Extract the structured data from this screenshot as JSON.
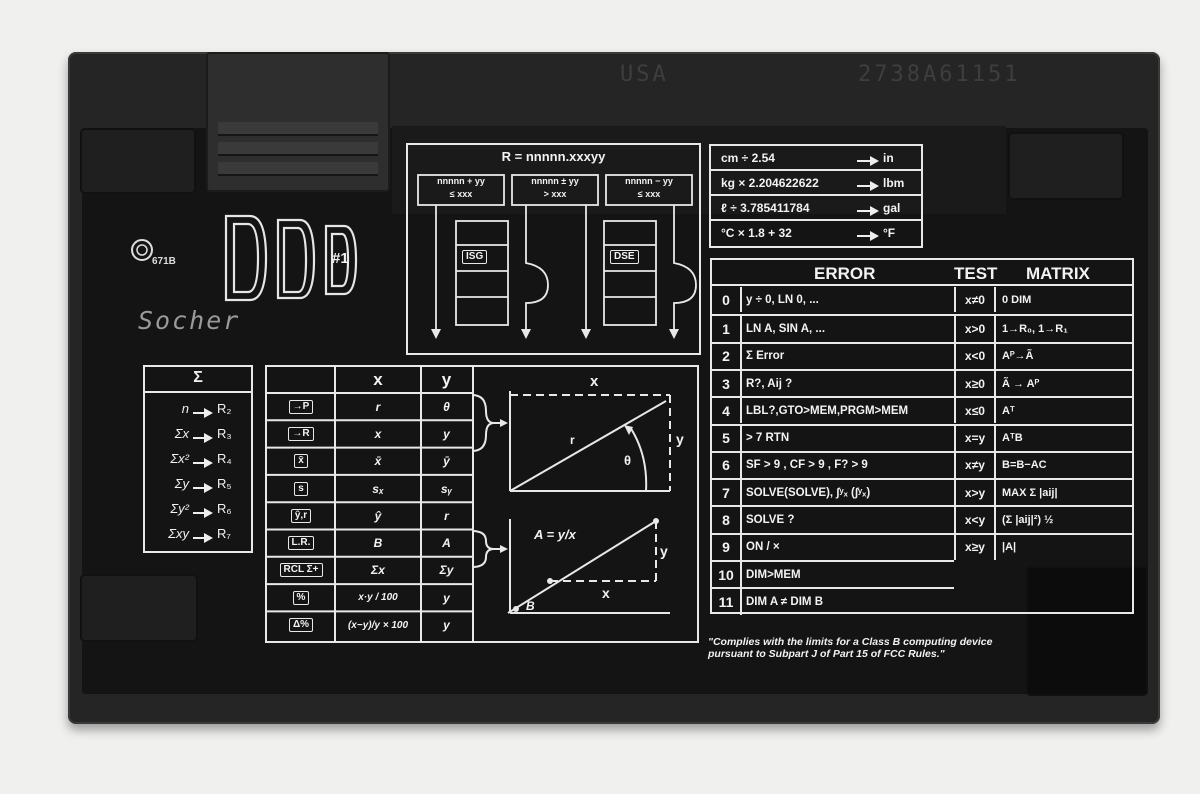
{
  "case": {
    "country": "USA",
    "serial": "2738A61151",
    "logo_code": "671B",
    "brand_initials": "DDD",
    "model": "#1",
    "engraving": "Socher"
  },
  "isg_dse": {
    "header": "R = nnnnn.xxxyy",
    "col1": [
      "nnnnn + yy",
      "≤ xxx"
    ],
    "col2": [
      "nnnnn ± yy",
      "> xxx"
    ],
    "col3": [
      "nnnnn − yy",
      "≤ xxx"
    ],
    "isg": "ISG",
    "dse": "DSE"
  },
  "conversions": [
    {
      "expr": "cm ÷ 2.54",
      "to": "in"
    },
    {
      "expr": "kg × 2.204622622",
      "to": "lbm"
    },
    {
      "expr": "ℓ ÷ 3.785411784",
      "to": "gal"
    },
    {
      "expr": "°C × 1.8 + 32",
      "to": "°F"
    }
  ],
  "sigma": {
    "header": "Σ",
    "rows": [
      {
        "label": "n",
        "reg": "R₂"
      },
      {
        "label": "Σx",
        "reg": "R₃"
      },
      {
        "label": "Σx²",
        "reg": "R₄"
      },
      {
        "label": "Σy",
        "reg": "R₅"
      },
      {
        "label": "Σy²",
        "reg": "R₆"
      },
      {
        "label": "Σxy",
        "reg": "R₇"
      }
    ]
  },
  "stats": {
    "h_x": "x",
    "h_y": "y",
    "rows": [
      {
        "key": "→P",
        "x": "r",
        "y": "θ"
      },
      {
        "key": "→R",
        "x": "x",
        "y": "y"
      },
      {
        "key": "x̄",
        "x": "x̄",
        "y": "ȳ"
      },
      {
        "key": "s",
        "x": "sₓ",
        "y": "sᵧ"
      },
      {
        "key": "ŷ,r",
        "x": "ŷ",
        "y": "r"
      },
      {
        "key": "L.R.",
        "x": "B",
        "y": "A"
      },
      {
        "key": "RCL Σ+",
        "x": "Σx",
        "y": "Σy"
      },
      {
        "key": "%",
        "x": "x·y / 100",
        "y": "y"
      },
      {
        "key": "Δ%",
        "x": "(x−y)/y × 100",
        "y": "y"
      }
    ]
  },
  "diagrams": {
    "top": {
      "x": "x",
      "y": "y",
      "r": "r",
      "theta": "θ"
    },
    "bottom": {
      "formula": "A = y/x",
      "y": "y",
      "x": "x",
      "b": "B"
    }
  },
  "errors": {
    "h_error": "ERROR",
    "h_test": "TEST",
    "h_matrix": "MATRIX",
    "rows": [
      {
        "n": "0",
        "desc": "y ÷ 0, LN 0, ...",
        "test": "x≠0",
        "matrix": "0 DIM"
      },
      {
        "n": "1",
        "desc": "LN A, SIN A, ...",
        "test": "x>0",
        "matrix": "1→R₀, 1→R₁"
      },
      {
        "n": "2",
        "desc": "Σ Error",
        "test": "x<0",
        "matrix": "Aᴾ→Ã"
      },
      {
        "n": "3",
        "desc": "R?, Aij ?",
        "test": "x≥0",
        "matrix": "Ã → Aᴾ"
      },
      {
        "n": "4",
        "desc": "LBL?,GTO>MEM,PRGM>MEM",
        "test": "x≤0",
        "matrix": "Aᵀ"
      },
      {
        "n": "5",
        "desc": "> 7 RTN",
        "test": "x=y",
        "matrix": "AᵀB"
      },
      {
        "n": "6",
        "desc": "SF > 9 , CF > 9 , F? > 9",
        "test": "x≠y",
        "matrix": "B=B−AC"
      },
      {
        "n": "7",
        "desc": "SOLVE(SOLVE), ∫ʸₓ (∫ʸₓ)",
        "test": "x>y",
        "matrix": "MAX Σ |aij|"
      },
      {
        "n": "8",
        "desc": "SOLVE ?",
        "test": "x<y",
        "matrix": "(Σ |aij|²) ½"
      },
      {
        "n": "9",
        "desc": "ON / ×",
        "test": "x≥y",
        "matrix": "|A|"
      },
      {
        "n": "10",
        "desc": "DIM>MEM",
        "test": "",
        "matrix": ""
      },
      {
        "n": "11",
        "desc": "DIM A ≠ DIM B",
        "test": "",
        "matrix": ""
      }
    ]
  },
  "fcc": "\"Complies with the limits for a Class B computing device pursuant to Subpart J of Part 15 of FCC Rules.\""
}
